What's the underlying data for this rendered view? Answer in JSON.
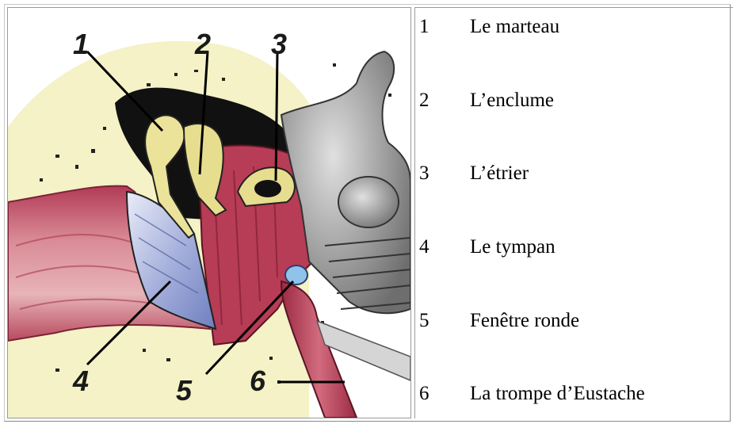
{
  "diagram": {
    "numbers": [
      "1",
      "2",
      "3",
      "4",
      "5",
      "6"
    ]
  },
  "legend": [
    {
      "num": "1",
      "label": "Le  marteau"
    },
    {
      "num": "2",
      "label": "L’enclume"
    },
    {
      "num": "3",
      "label": "L’étrier"
    },
    {
      "num": "4",
      "label": "Le tympan"
    },
    {
      "num": "5",
      "label": "Fenêtre ronde"
    },
    {
      "num": "6",
      "label": "La trompe d’Eustache"
    }
  ],
  "colors": {
    "background": "#f5f3c8",
    "ossicle": "#ece39a",
    "cavity": "#111111",
    "tissue": "#c0455e",
    "canal": "#cf7e8a",
    "eardrum": "#9aa7d8",
    "inner_ear": "#8c8c8c"
  }
}
